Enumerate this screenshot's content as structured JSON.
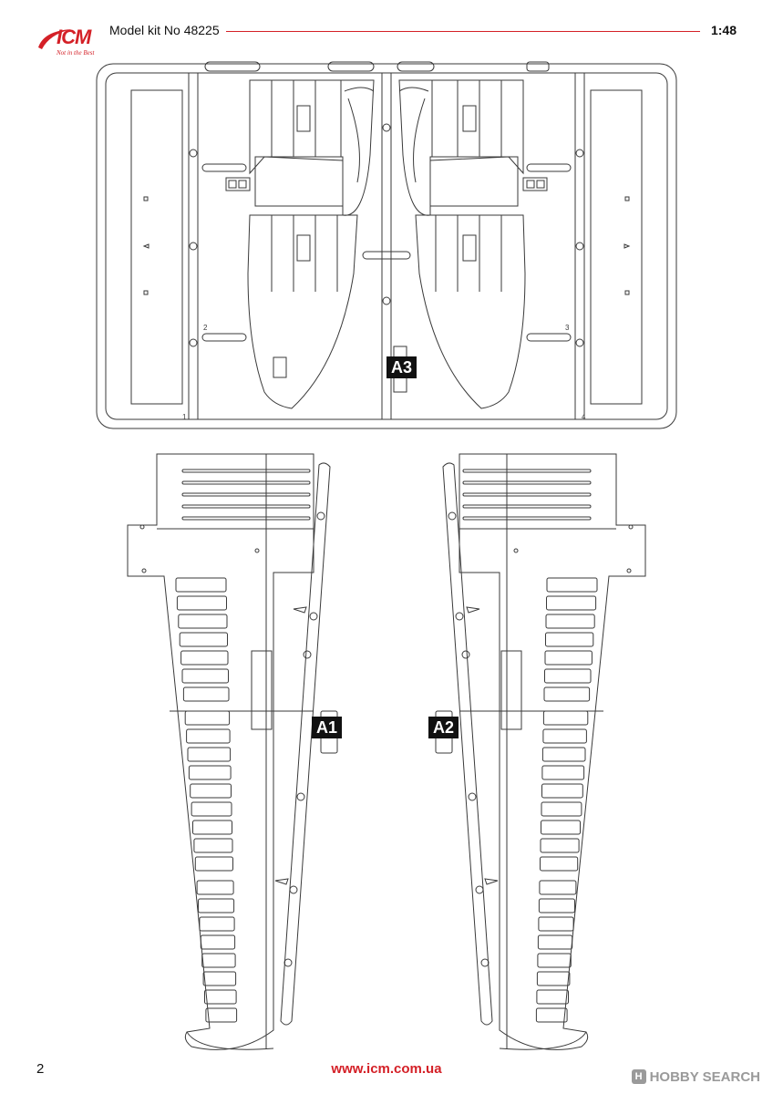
{
  "header": {
    "brand": "ICM",
    "tagline": "Not in the Best",
    "kit_title": "Model kit No 48225",
    "scale": "1:48"
  },
  "parts": {
    "a3": "A3",
    "a1": "A1",
    "a2": "A2",
    "attachment_numbers": [
      "1",
      "2",
      "3",
      "4"
    ]
  },
  "footer": {
    "page_number": "2",
    "website": "www.icm.com.ua",
    "watermark": "HOBBY SEARCH",
    "watermark_badge": "H"
  },
  "colors": {
    "brand_red": "#d42027",
    "line": "#3a3a3a",
    "label_bg": "#111111"
  }
}
